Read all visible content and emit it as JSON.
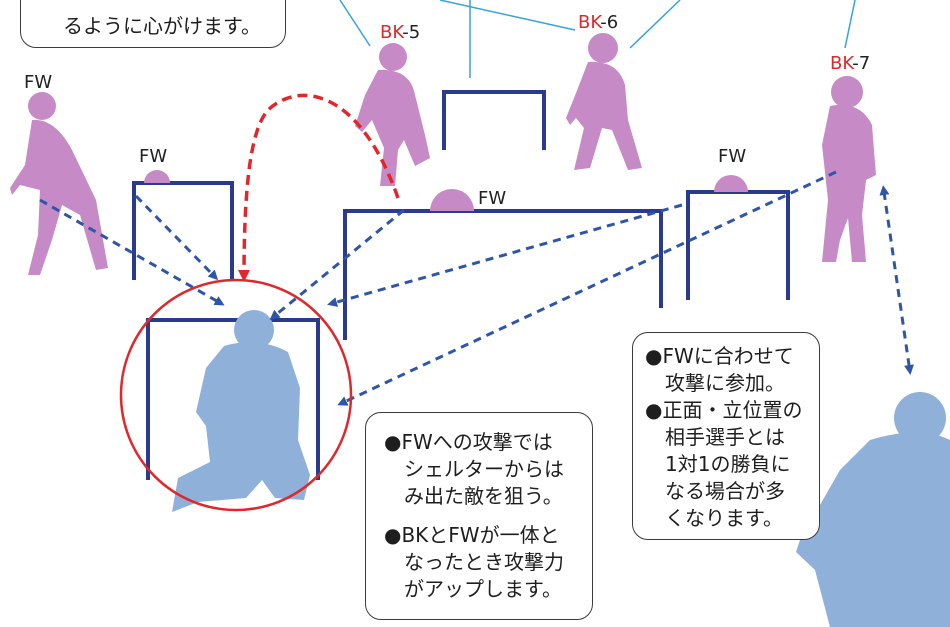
{
  "top_note": {
    "text": "るように心がけます。"
  },
  "players": {
    "fw_left": "FW",
    "fw_small": "FW",
    "fw_center": "FW",
    "fw_right": "FW",
    "bk5": {
      "prefix": "BK",
      "suffix": "-5"
    },
    "bk6": {
      "prefix": "BK",
      "suffix": "-6"
    },
    "bk7": {
      "prefix": "BK",
      "suffix": "-7"
    }
  },
  "note_center": {
    "bullet1": [
      "FWへの攻撃では",
      "シェルターからは",
      "み出た敵を狙う。"
    ],
    "bullet2": [
      "BKとFWが一体と",
      "なったとき攻撃力",
      "がアップします。"
    ]
  },
  "note_right": {
    "bullet1": [
      "FWに合わせて",
      "攻撃に参加。"
    ],
    "bullet2": [
      "正面・立位置の",
      "相手選手とは",
      "1対1の勝負に",
      "なる場合が多",
      "くなります。"
    ]
  },
  "colors": {
    "opponent": "#c68bc7",
    "ally": "#8fb0d9",
    "shelter": "#2a3a8c",
    "arrow_blue": "#2f55a8",
    "arrow_red": "#e0282c",
    "circle": "#e0282c",
    "callout_line": "#36a3d8"
  }
}
